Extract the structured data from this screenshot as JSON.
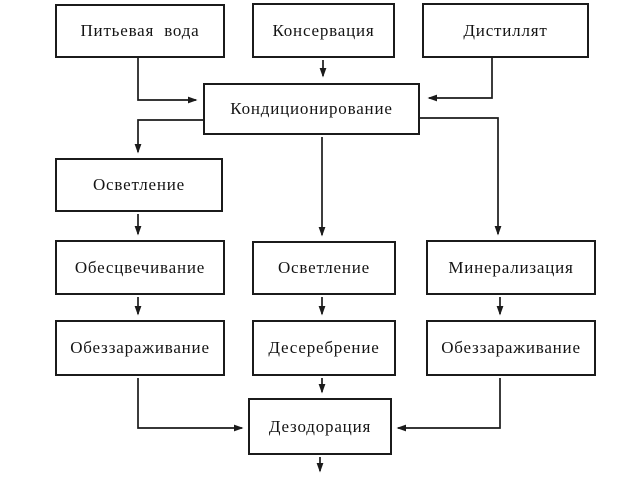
{
  "diagram": {
    "description": "Water treatment process flowchart (Russian)",
    "colors": {
      "background": "#ffffff",
      "line": "#1b1b1b",
      "text": "#141414"
    },
    "nodes": [
      {
        "id": "pitevaya-voda",
        "label": "Питьевая вода"
      },
      {
        "id": "konservatsiya",
        "label": "Консервация"
      },
      {
        "id": "distillyat",
        "label": "Дистиллят"
      },
      {
        "id": "konditsionirovanie",
        "label": "Кондиционирование"
      },
      {
        "id": "osvetlenie-left",
        "label": "Осветление"
      },
      {
        "id": "obestsvechivanie",
        "label": "Обесцвечивание"
      },
      {
        "id": "osvetlenie-center",
        "label": "Осветление"
      },
      {
        "id": "mineralizatsiya",
        "label": "Минерализация"
      },
      {
        "id": "obezzarazhivanie-left",
        "label": "Обеззараживание"
      },
      {
        "id": "deserebrenie",
        "label": "Десеребрение"
      },
      {
        "id": "obezzarazhivanie-right",
        "label": "Обеззараживание"
      },
      {
        "id": "dezodoratsiya",
        "label": "Дезодорация"
      }
    ],
    "edges": [
      {
        "from": "pitevaya-voda",
        "to": "konditsionirovanie"
      },
      {
        "from": "konservatsiya",
        "to": "konditsionirovanie"
      },
      {
        "from": "distillyat",
        "to": "konditsionirovanie"
      },
      {
        "from": "konditsionirovanie",
        "to": "osvetlenie-left"
      },
      {
        "from": "konditsionirovanie",
        "to": "osvetlenie-center"
      },
      {
        "from": "konditsionirovanie",
        "to": "mineralizatsiya"
      },
      {
        "from": "osvetlenie-left",
        "to": "obestsvechivanie"
      },
      {
        "from": "obestsvechivanie",
        "to": "obezzarazhivanie-left"
      },
      {
        "from": "osvetlenie-center",
        "to": "deserebrenie"
      },
      {
        "from": "mineralizatsiya",
        "to": "obezzarazhivanie-right"
      },
      {
        "from": "obezzarazhivanie-left",
        "to": "dezodoratsiya"
      },
      {
        "from": "deserebrenie",
        "to": "dezodoratsiya"
      },
      {
        "from": "obezzarazhivanie-right",
        "to": "dezodoratsiya"
      },
      {
        "from": "dezodoratsiya",
        "to": "final-output"
      }
    ]
  }
}
